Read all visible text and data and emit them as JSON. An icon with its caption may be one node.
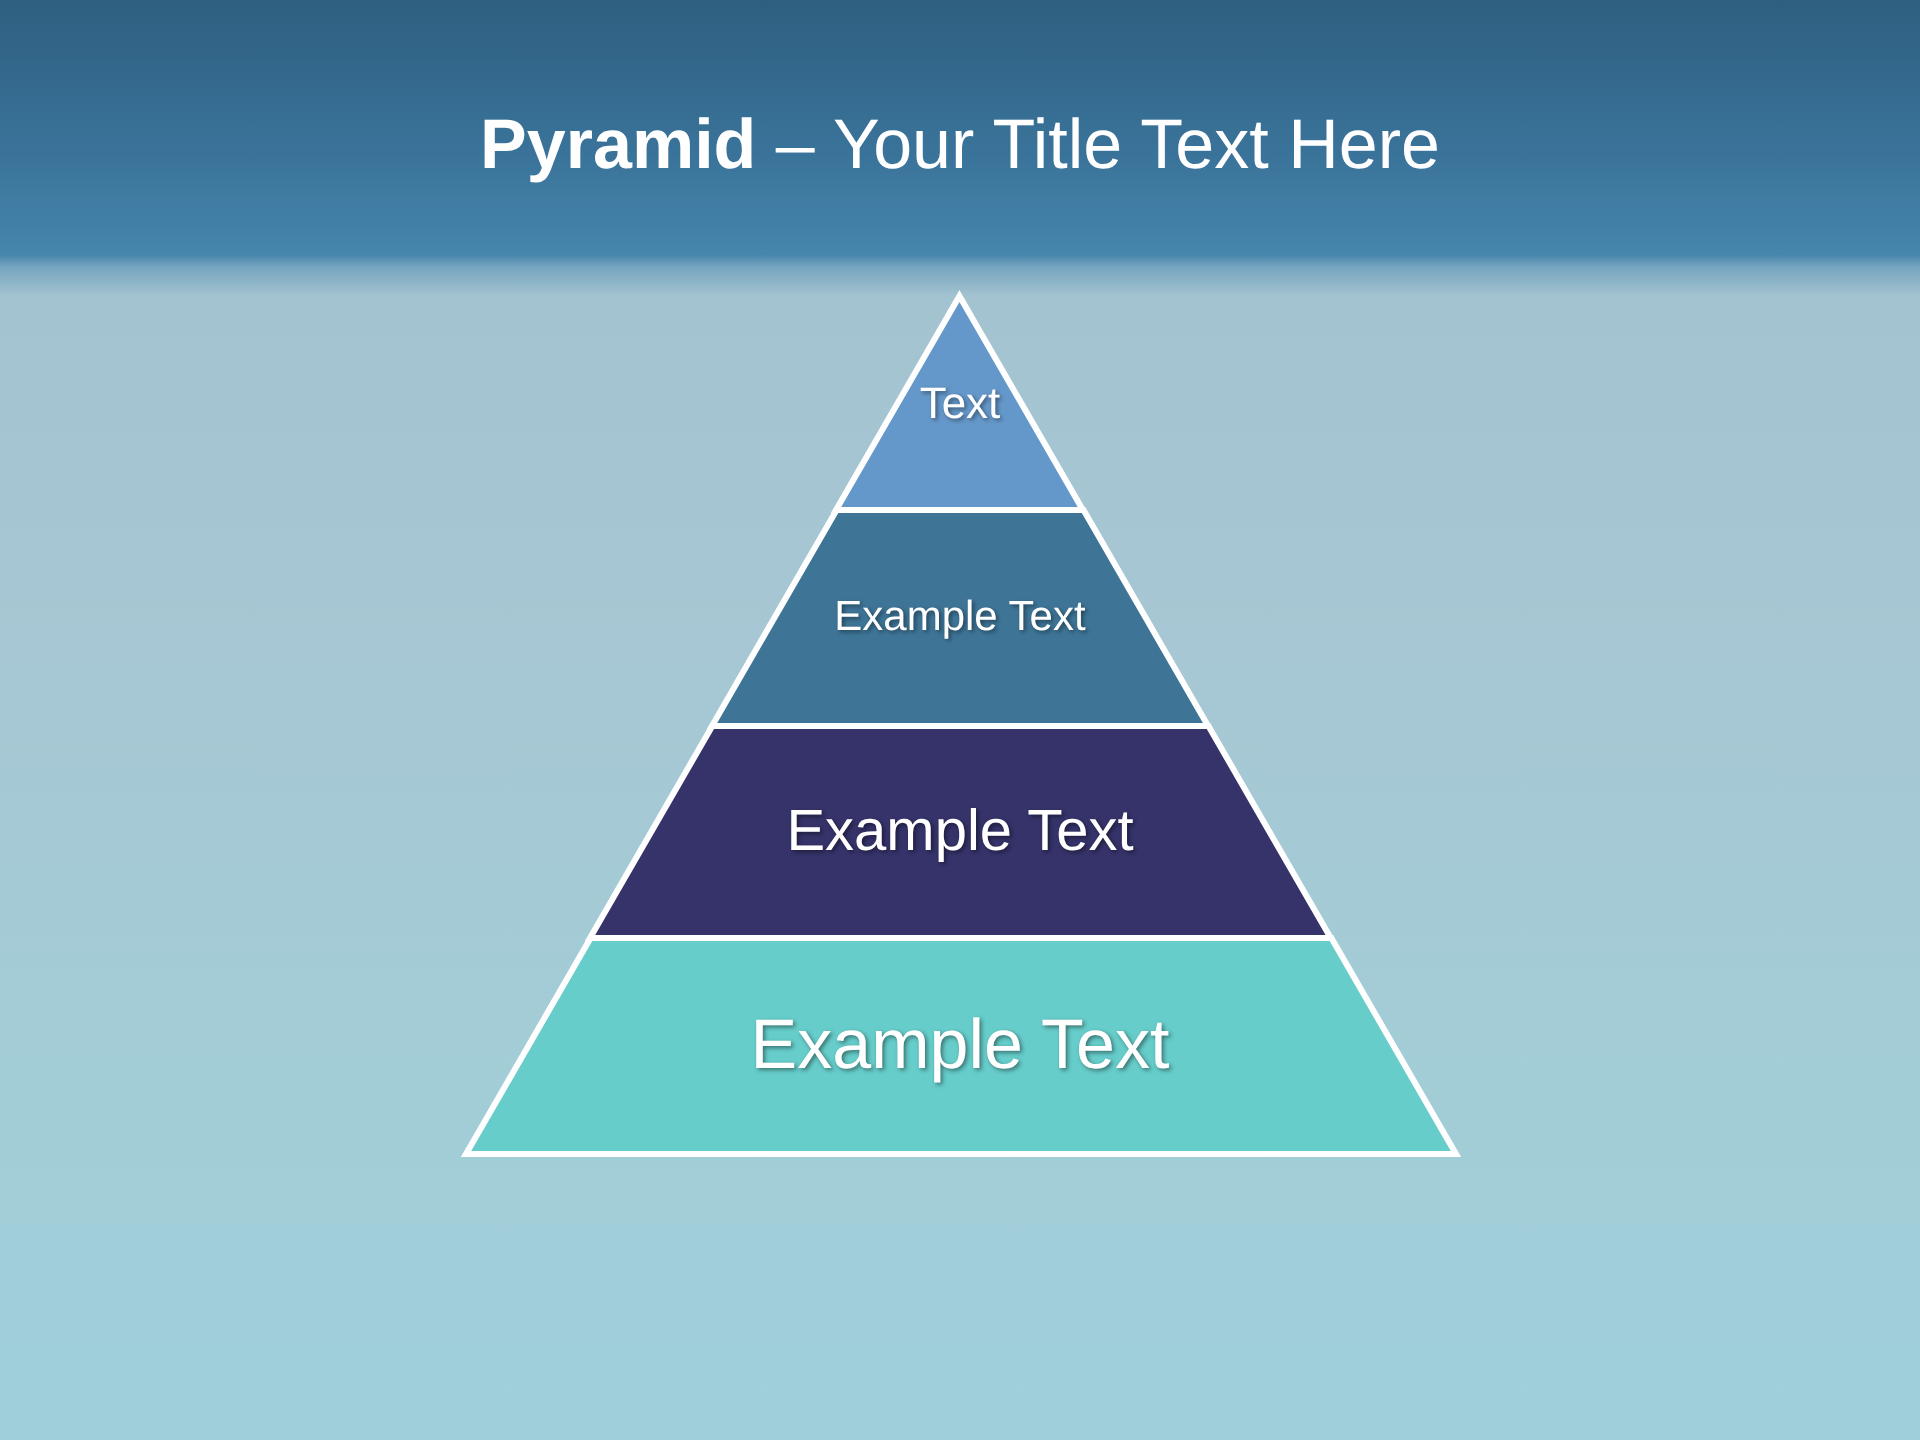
{
  "diagram": {
    "title": "**Pyramid** – Your Title Text Here",
    "nodes": [
      {
        "text": [
          "Text"
        ]
      },
      {
        "text": [
          "Example Text"
        ]
      },
      {
        "text": [
          "Example Text"
        ]
      },
      {
        "text": [
          "Example Text"
        ]
      }
    ]
  }
}
